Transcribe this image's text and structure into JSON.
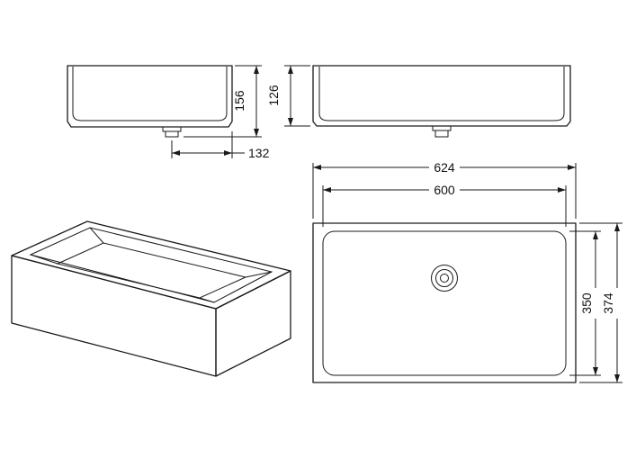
{
  "drawing": {
    "style": {
      "line_color": "#1a1a1a",
      "background": "#ffffff"
    },
    "dimensions": {
      "front_height": "156",
      "drain_to_edge": "132",
      "side_height": "126",
      "outer_width": "624",
      "inner_width": "600",
      "inner_depth": "350",
      "outer_depth": "374"
    }
  }
}
